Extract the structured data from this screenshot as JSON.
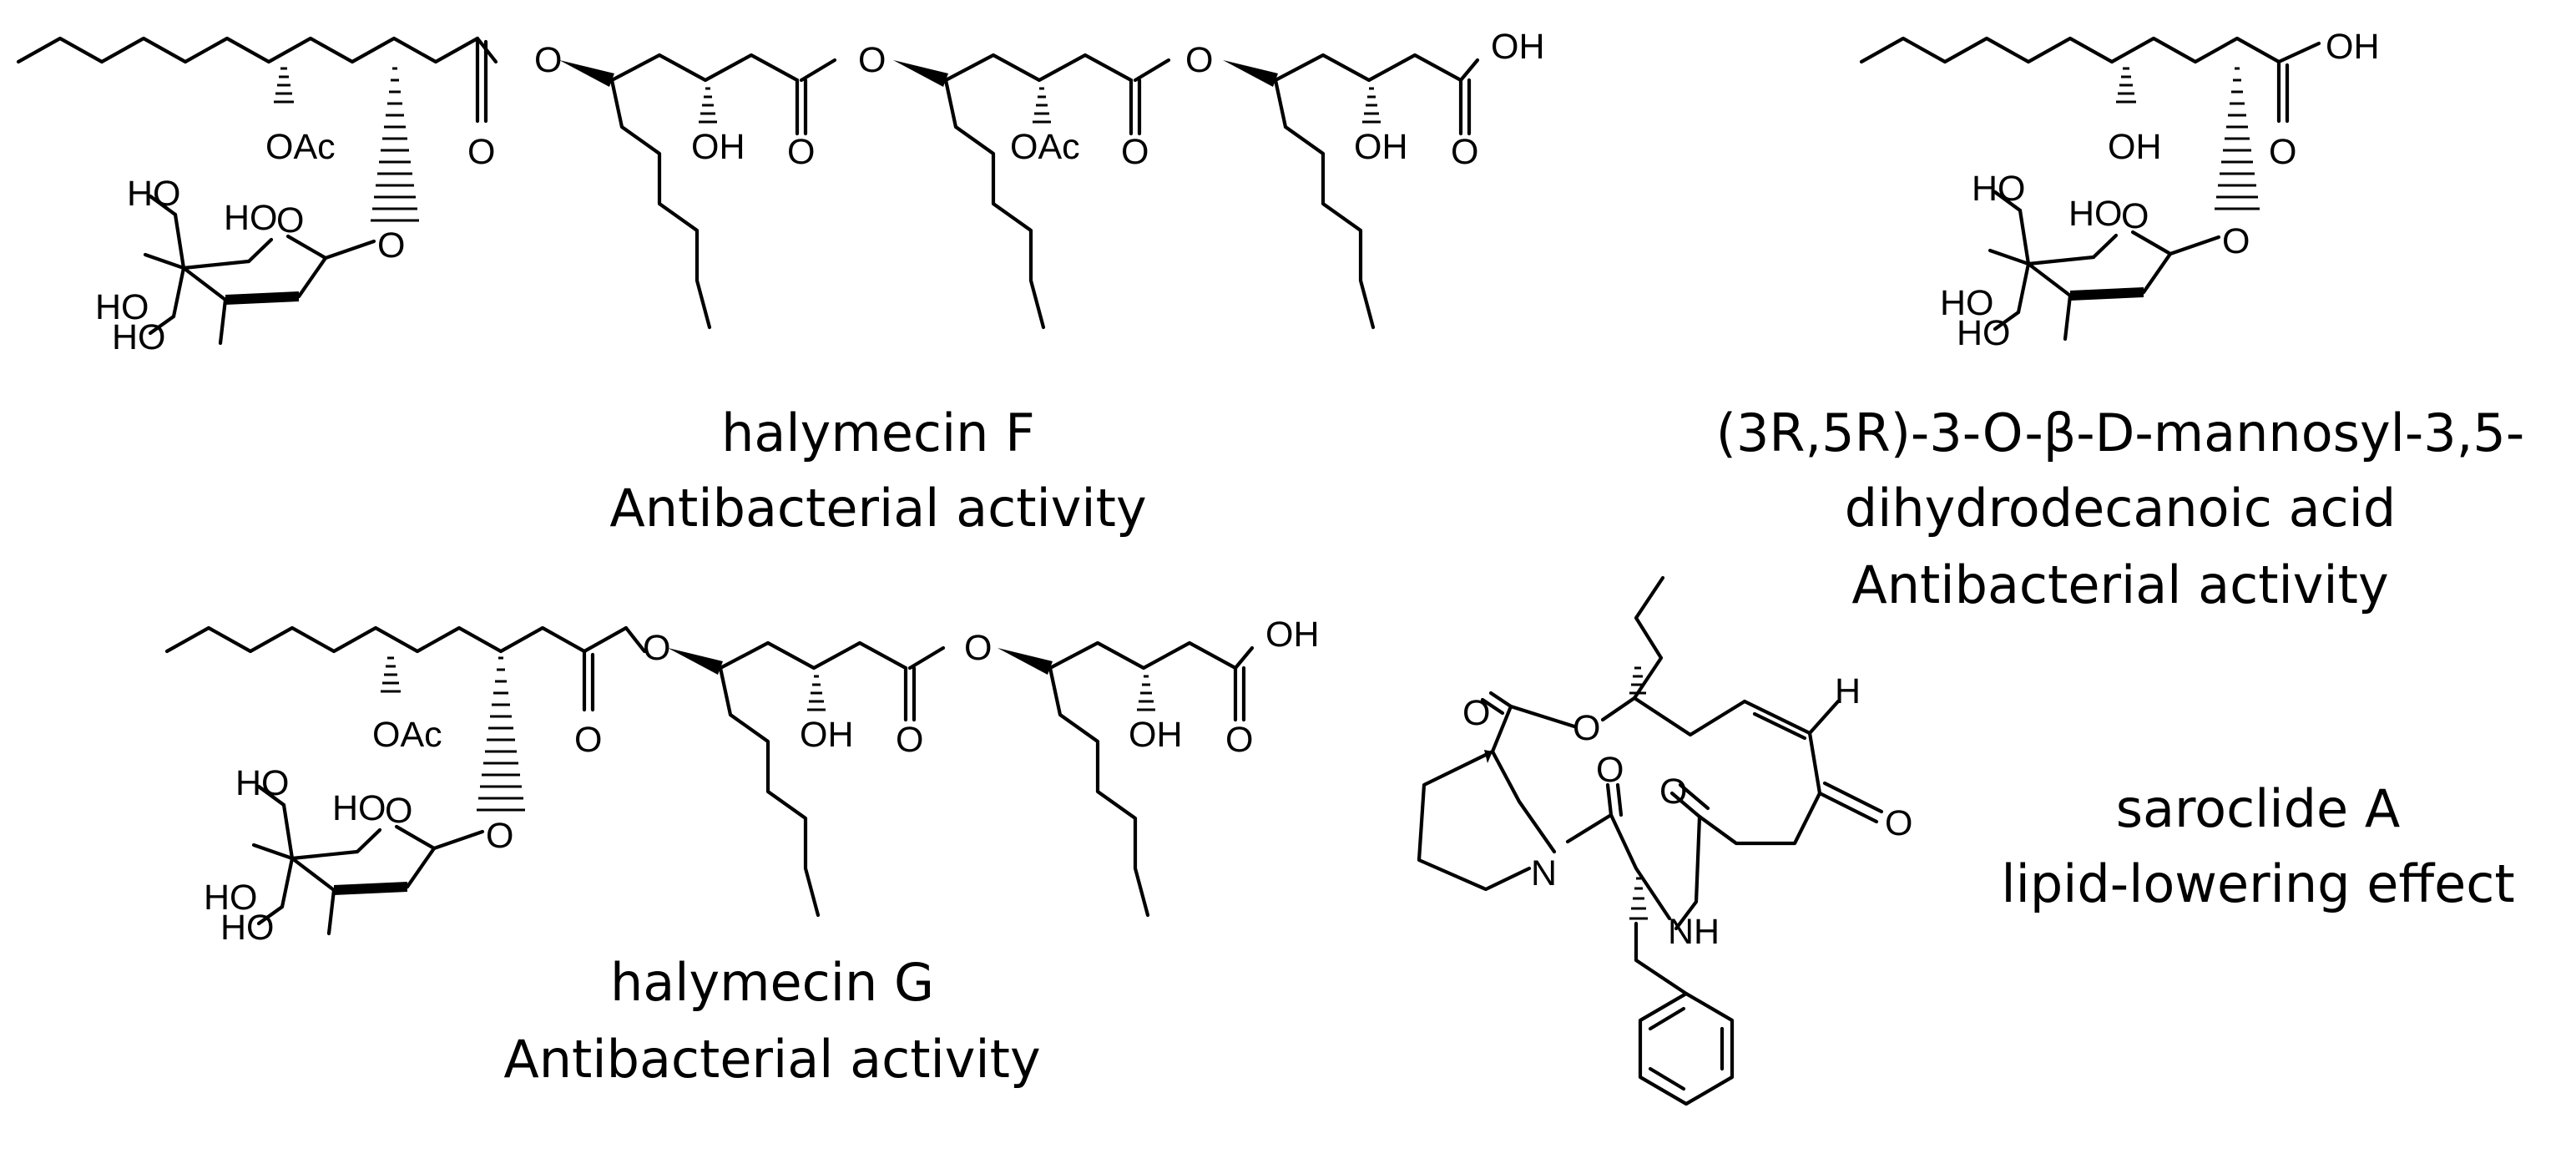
{
  "compounds": {
    "halymecin_f": {
      "name": "halymecin F",
      "activity": "Antibacterial activity"
    },
    "mannosyl_acid": {
      "name_line1": "(3R,5R)-3-O-β-D-mannosyl-3,5-",
      "name_line2": "dihydrodecanoic acid",
      "activity": "Antibacterial activity"
    },
    "halymecin_g": {
      "name": "halymecin G",
      "activity": "Antibacterial activity"
    },
    "saroclide_a": {
      "name": "saroclide A",
      "activity": "lipid-lowering effect"
    }
  },
  "atoms": {
    "o": "O",
    "oh": "OH",
    "ho": "HO",
    "oac": "OAc",
    "n": "N",
    "nh": "NH",
    "h": "H"
  }
}
